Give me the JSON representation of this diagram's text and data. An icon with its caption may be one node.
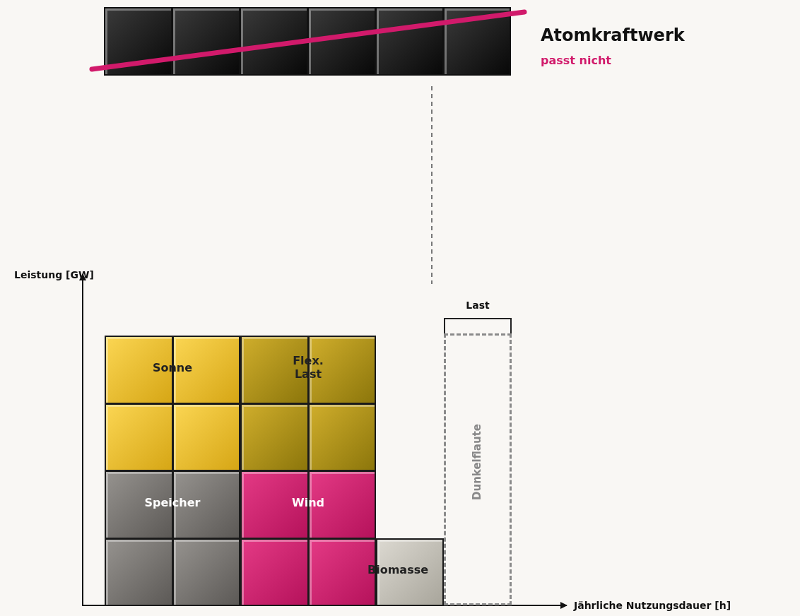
{
  "diagram": {
    "nodes": [
      {
        "text": [
          "Atomkraftwerk",
          "passt nicht"
        ]
      },
      {
        "text": [
          "Sonne"
        ]
      },
      {
        "text": [
          "Flex. Last"
        ]
      },
      {
        "text": [
          "Speicher"
        ]
      },
      {
        "text": [
          "Wind"
        ]
      },
      {
        "text": [
          "Biomasse"
        ]
      },
      {
        "text": [
          "Last",
          "Dunkelflaute"
        ]
      }
    ],
    "edges": [],
    "labels": [
      "Leistung [GW]",
      "Jährliche Nutzungsdauer [h]"
    ]
  }
}
